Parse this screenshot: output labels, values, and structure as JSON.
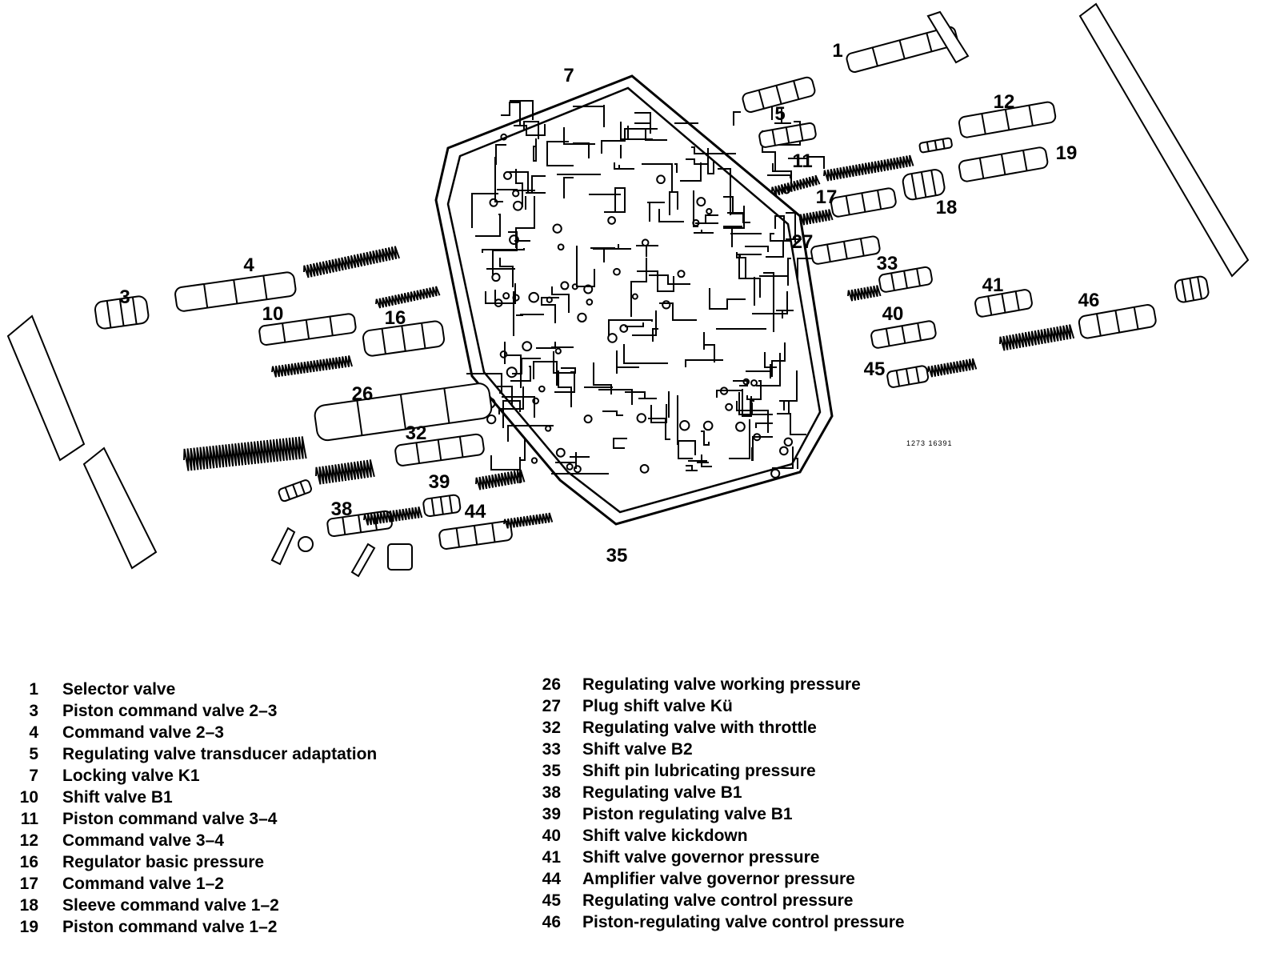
{
  "diagram": {
    "callouts": [
      {
        "id": "1",
        "label": "1"
      },
      {
        "id": "7",
        "label": "7"
      },
      {
        "id": "5",
        "label": "5"
      },
      {
        "id": "12",
        "label": "12"
      },
      {
        "id": "11",
        "label": "11"
      },
      {
        "id": "19",
        "label": "19"
      },
      {
        "id": "17",
        "label": "17"
      },
      {
        "id": "18",
        "label": "18"
      },
      {
        "id": "27",
        "label": "27"
      },
      {
        "id": "33",
        "label": "33"
      },
      {
        "id": "41",
        "label": "41"
      },
      {
        "id": "40",
        "label": "40"
      },
      {
        "id": "46",
        "label": "46"
      },
      {
        "id": "45",
        "label": "45"
      },
      {
        "id": "3",
        "label": "3"
      },
      {
        "id": "4",
        "label": "4"
      },
      {
        "id": "10",
        "label": "10"
      },
      {
        "id": "16",
        "label": "16"
      },
      {
        "id": "26",
        "label": "26"
      },
      {
        "id": "32",
        "label": "32"
      },
      {
        "id": "39",
        "label": "39"
      },
      {
        "id": "38",
        "label": "38"
      },
      {
        "id": "44",
        "label": "44"
      },
      {
        "id": "35",
        "label": "35"
      }
    ],
    "figure_code": "1273 16391"
  },
  "legend": {
    "left": [
      {
        "num": "1",
        "text": "Selector valve"
      },
      {
        "num": "3",
        "text": "Piston command valve 2–3"
      },
      {
        "num": "4",
        "text": "Command valve 2–3"
      },
      {
        "num": "5",
        "text": "Regulating valve transducer adaptation"
      },
      {
        "num": "7",
        "text": "Locking valve K1"
      },
      {
        "num": "10",
        "text": "Shift valve B1"
      },
      {
        "num": "11",
        "text": "Piston command valve 3–4"
      },
      {
        "num": "12",
        "text": "Command valve 3–4"
      },
      {
        "num": "16",
        "text": "Regulator basic pressure"
      },
      {
        "num": "17",
        "text": "Command valve 1–2"
      },
      {
        "num": "18",
        "text": "Sleeve command valve 1–2"
      },
      {
        "num": "19",
        "text": "Piston command valve 1–2"
      }
    ],
    "right": [
      {
        "num": "26",
        "text": "Regulating valve working pressure"
      },
      {
        "num": "27",
        "text": "Plug shift valve Kü"
      },
      {
        "num": "32",
        "text": "Regulating valve with throttle"
      },
      {
        "num": "33",
        "text": "Shift valve B2"
      },
      {
        "num": "35",
        "text": "Shift pin lubricating pressure"
      },
      {
        "num": "38",
        "text": "Regulating valve B1"
      },
      {
        "num": "39",
        "text": "Piston regulating valve B1"
      },
      {
        "num": "40",
        "text": "Shift valve kickdown"
      },
      {
        "num": "41",
        "text": "Shift valve governor pressure"
      },
      {
        "num": "44",
        "text": "Amplifier valve governor pressure"
      },
      {
        "num": "45",
        "text": "Regulating valve control pressure"
      },
      {
        "num": "46",
        "text": "Piston-regulating valve control pressure"
      }
    ]
  }
}
